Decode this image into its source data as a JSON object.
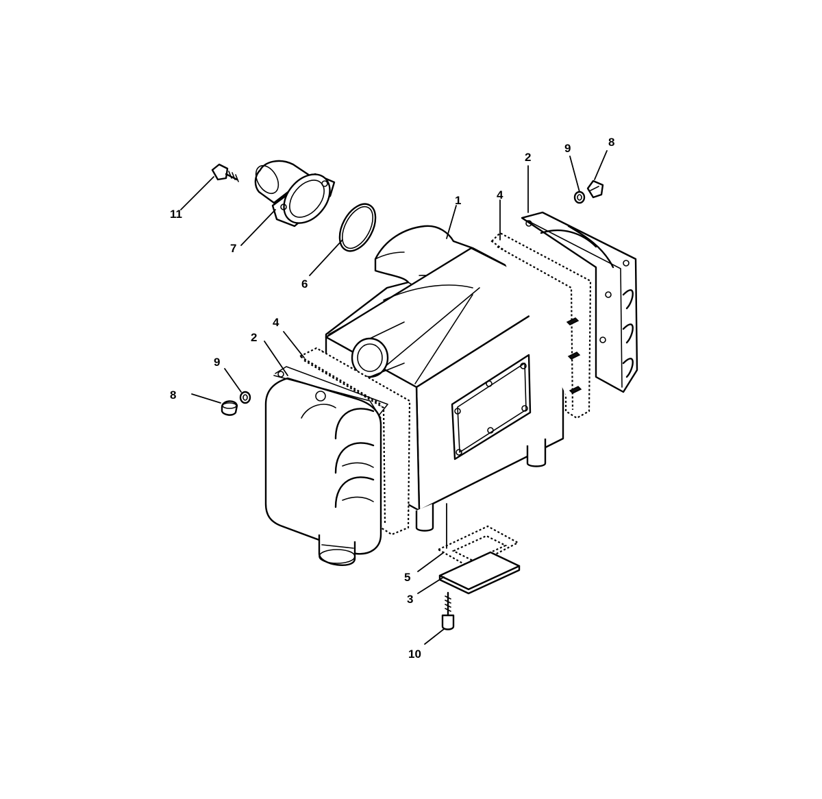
{
  "callouts": {
    "c1": "1",
    "c2_top": "2",
    "c2_left": "2",
    "c3": "3",
    "c4_top": "4",
    "c4_left": "4",
    "c5": "5",
    "c6": "6",
    "c7": "7",
    "c8_top": "8",
    "c8_left": "8",
    "c9_top": "9",
    "c9_left": "9",
    "c10": "10",
    "c11": "11"
  }
}
